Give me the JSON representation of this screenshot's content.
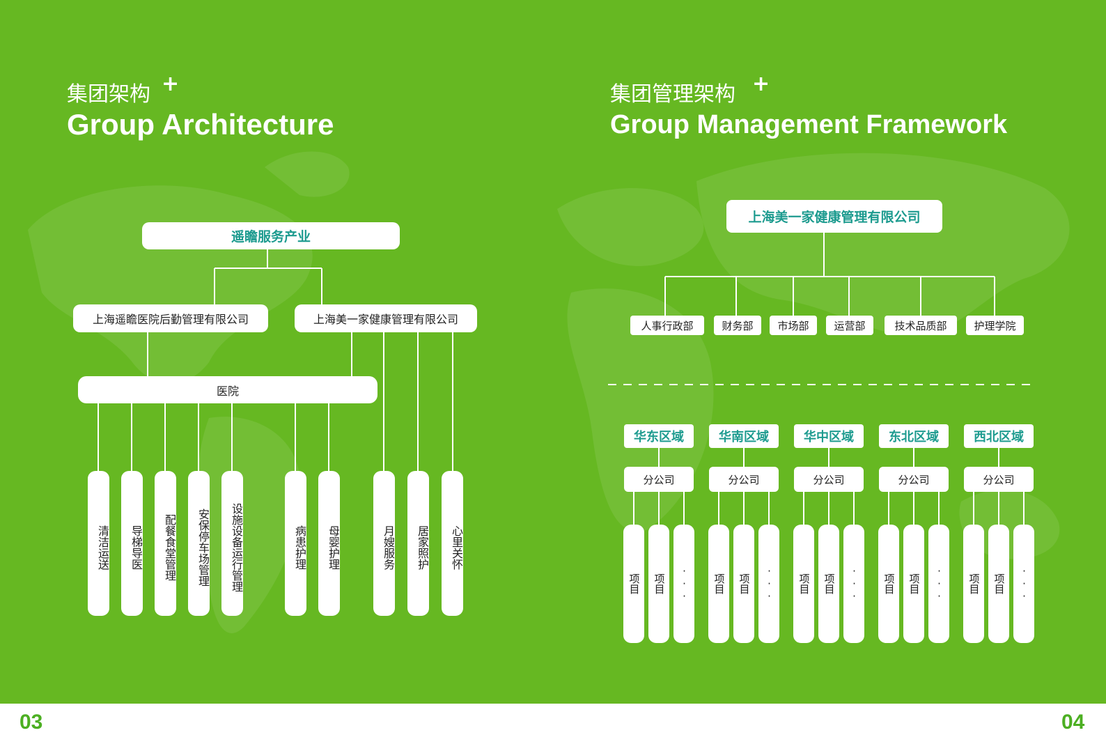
{
  "colors": {
    "background": "#66b822",
    "box_fill": "#ffffff",
    "accent_teal": "#1d9b8f",
    "page_number": "#4caf22"
  },
  "left": {
    "title_zh": "集团架构",
    "title_plus": "+",
    "title_en": "Group Architecture",
    "root": "遥瞻服务产业",
    "companies": [
      "上海遥瞻医院后勤管理有限公司",
      "上海美一家健康管理有限公司"
    ],
    "hospital": "医院",
    "hospital_services": [
      "清洁运送",
      "导梯导医",
      "配餐食堂管理",
      "安保停车场管理",
      "设施设备运行管理",
      "病患护理",
      "母婴护理"
    ],
    "direct_services": [
      "月嫂服务",
      "居家照护",
      "心里关怀"
    ]
  },
  "right": {
    "title_zh": "集团管理架构",
    "title_plus": "+",
    "title_en": "Group Management Framework",
    "root": "上海美一家健康管理有限公司",
    "departments": [
      "人事行政部",
      "财务部",
      "市场部",
      "运营部",
      "技术品质部",
      "护理学院"
    ],
    "regions": [
      "华东区域",
      "华南区域",
      "华中区域",
      "东北区域",
      "西北区域"
    ],
    "branch_label": "分公司",
    "project_label": "项目",
    "ellipsis": "···"
  },
  "footer": {
    "page_left": "03",
    "page_right": "04"
  }
}
